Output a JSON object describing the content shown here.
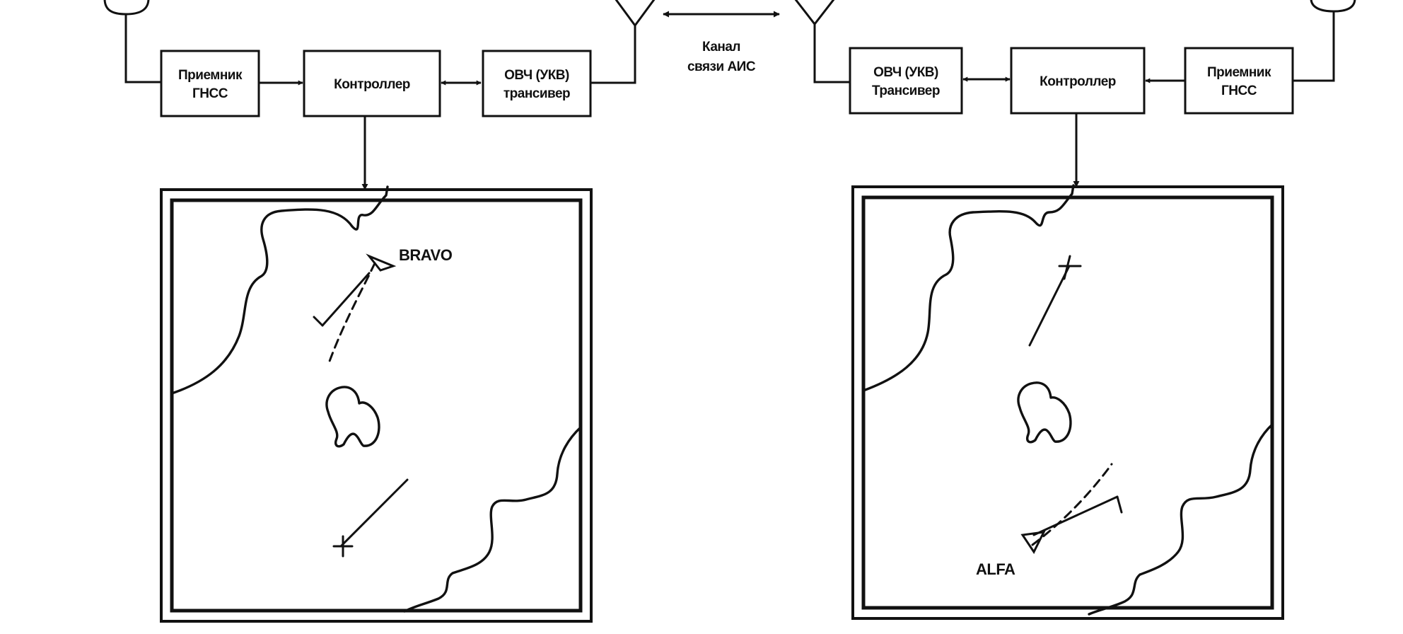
{
  "channel": {
    "label_line1": "Канал",
    "label_line2": "связи АИС"
  },
  "left_station": {
    "gnss_receiver": {
      "line1": "Приемник",
      "line2": "ГНСС"
    },
    "controller": "Контроллер",
    "transceiver": {
      "line1": "ОВЧ (УКВ)",
      "line2": "трансивер"
    },
    "display": {
      "target_label": "BRAVO"
    }
  },
  "right_station": {
    "transceiver": {
      "line1": "ОВЧ (УКВ)",
      "line2": "Трансивер"
    },
    "controller": "Контроллер",
    "gnss_receiver": {
      "line1": "Приемник",
      "line2": "ГНСС"
    },
    "display": {
      "target_label": "ALFA"
    }
  },
  "colors": {
    "ink": "#111111",
    "paper": "#ffffff"
  }
}
